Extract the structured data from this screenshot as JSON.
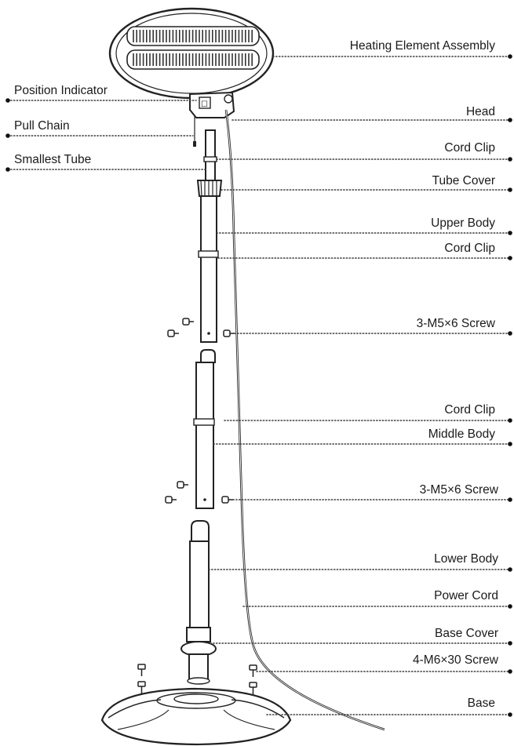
{
  "labels": {
    "heating_element_assembly": "Heating Element Assembly",
    "position_indicator": "Position Indicator",
    "head": "Head",
    "pull_chain": "Pull Chain",
    "smallest_tube": "Smallest Tube",
    "cord_clip_1": "Cord Clip",
    "tube_cover": "Tube Cover",
    "upper_body": "Upper Body",
    "cord_clip_2": "Cord Clip",
    "screw_upper": "3-M5×6 Screw",
    "cord_clip_3": "Cord Clip",
    "middle_body": "Middle Body",
    "screw_lower": "3-M5×6 Screw",
    "lower_body": "Lower Body",
    "power_cord": "Power Cord",
    "base_cover": "Base Cover",
    "screw_base": "4-M6×30 Screw",
    "base": "Base"
  }
}
